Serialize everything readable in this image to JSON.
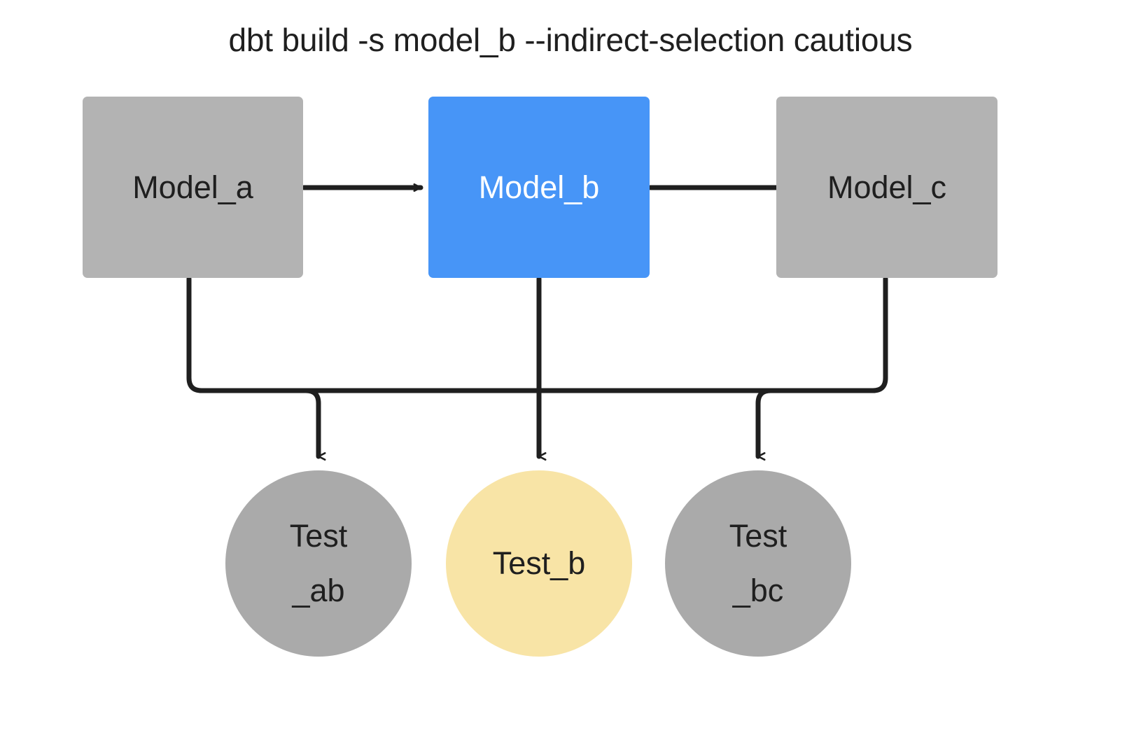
{
  "diagram": {
    "title": "dbt build -s model_b --indirect-selection cautious",
    "type": "dag",
    "background_color": "#ffffff",
    "edge_color": "#1f1f1f",
    "colors": {
      "unselected_model": "#b3b3b3",
      "selected_model": "#4795f7",
      "unselected_test": "#aaaaaa",
      "selected_test": "#f8e4a6",
      "text_dark": "#1f1f1f",
      "text_light": "#ffffff"
    },
    "models": [
      {
        "id": "model_a",
        "label": "Model_a",
        "state": "unselected",
        "shape": "box",
        "fill": "#b3b3b3",
        "text_color": "#1f1f1f"
      },
      {
        "id": "model_b",
        "label": "Model_b",
        "state": "selected",
        "shape": "box",
        "fill": "#4795f7",
        "text_color": "#ffffff"
      },
      {
        "id": "model_c",
        "label": "Model_c",
        "state": "unselected",
        "shape": "box",
        "fill": "#b3b3b3",
        "text_color": "#1f1f1f"
      }
    ],
    "tests": [
      {
        "id": "test_ab",
        "label_line1": "Test",
        "label_line2": "_ab",
        "state": "unselected",
        "shape": "circle",
        "fill": "#aaaaaa",
        "text_color": "#1f1f1f"
      },
      {
        "id": "test_b",
        "label_line1": "Test_b",
        "label_line2": "",
        "state": "selected",
        "shape": "circle",
        "fill": "#f8e4a6",
        "text_color": "#1f1f1f"
      },
      {
        "id": "test_bc",
        "label_line1": "Test",
        "label_line2": "_bc",
        "state": "unselected",
        "shape": "circle",
        "fill": "#aaaaaa",
        "text_color": "#1f1f1f"
      }
    ],
    "edges": [
      {
        "from": "model_a",
        "to": "model_b",
        "style": "straight-arrow"
      },
      {
        "from": "model_b",
        "to": "model_c",
        "style": "straight-arrow"
      },
      {
        "from": "model_a",
        "to": "test_ab",
        "style": "elbow-arrow"
      },
      {
        "from": "model_b",
        "to": "test_ab",
        "style": "elbow-arrow"
      },
      {
        "from": "model_b",
        "to": "test_b",
        "style": "straight-arrow"
      },
      {
        "from": "model_b",
        "to": "test_bc",
        "style": "elbow-arrow"
      },
      {
        "from": "model_c",
        "to": "test_bc",
        "style": "elbow-arrow"
      }
    ]
  }
}
